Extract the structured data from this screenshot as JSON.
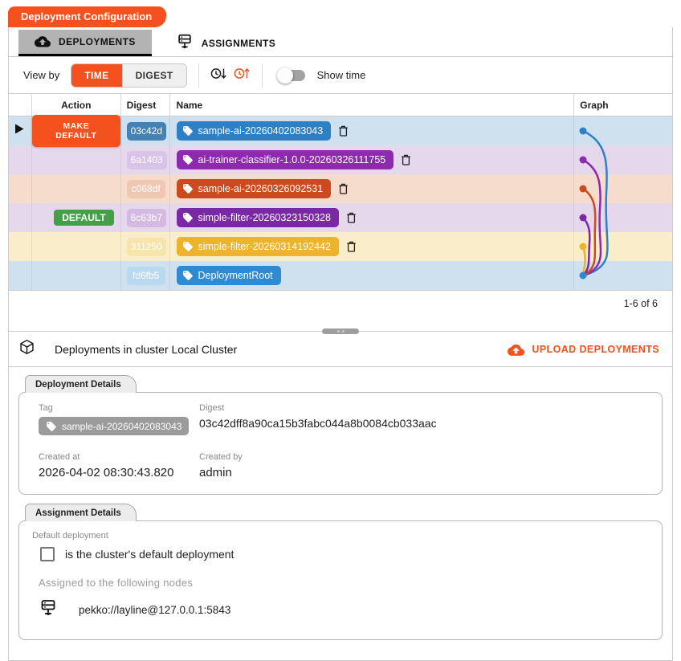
{
  "badge": {
    "label": "Deployment Configuration"
  },
  "tabs": {
    "deployments": {
      "label": "DEPLOYMENTS",
      "icon": "cloud-upload-icon",
      "active": true
    },
    "assignments": {
      "label": "ASSIGNMENTS",
      "icon": "server-hub-icon",
      "active": false
    }
  },
  "toolbar": {
    "view_by_label": "View by",
    "time_button": "TIME",
    "digest_button": "DIGEST",
    "sort_icons": [
      "clock-sort-desc-icon",
      "clock-sort-asc-icon"
    ],
    "show_time_label": "Show time",
    "show_time_on": false
  },
  "table": {
    "columns": {
      "action": "Action",
      "digest": "Digest",
      "name": "Name",
      "graph": "Graph"
    },
    "rows": [
      {
        "selected": true,
        "action": "MAKE DEFAULT",
        "action_type": "button",
        "digest": "03c42d",
        "name": "sample-ai-20260402083043",
        "has_delete": true,
        "row_bg": "#cfe1ef",
        "digest_color": "#4681b4",
        "name_color": "#2d80c6"
      },
      {
        "selected": false,
        "action": "",
        "action_type": "none",
        "digest": "6a1403",
        "name": "ai-trainer-classifier-1.0.0-20260326111755",
        "has_delete": true,
        "row_bg": "#e5d8ed",
        "digest_color": "#d9c3e8",
        "name_color": "#8e2aae"
      },
      {
        "selected": false,
        "action": "",
        "action_type": "none",
        "digest": "c068df",
        "name": "sample-ai-20260326092531",
        "has_delete": true,
        "row_bg": "#f5dccc",
        "digest_color": "#f0c7b3",
        "name_color": "#cc4a1e"
      },
      {
        "selected": false,
        "action": "DEFAULT",
        "action_type": "badge",
        "digest": "6c63b7",
        "name": "simple-filter-20260323150328",
        "has_delete": true,
        "row_bg": "#e5d8ed",
        "digest_color": "#d4bae3",
        "name_color": "#7b28a4"
      },
      {
        "selected": false,
        "action": "",
        "action_type": "none",
        "digest": "311250",
        "name": "simple-filter-20260314192442",
        "has_delete": true,
        "row_bg": "#faeeca",
        "digest_color": "#f6e5ab",
        "name_color": "#edb32a"
      },
      {
        "selected": false,
        "action": "",
        "action_type": "none",
        "digest": "fd6fb5",
        "name": "DeploymentRoot",
        "has_delete": false,
        "row_bg": "#cfe1ef",
        "digest_color": "#b9d9f0",
        "name_color": "#2e8ad2"
      }
    ],
    "pagination": "1-6 of 6"
  },
  "graph": {
    "description": "git-style deployment graph, one node per row converging to DeploymentRoot",
    "node_colors": [
      "#2d80c6",
      "#8e2aae",
      "#cc4a1e",
      "#7b28a4",
      "#edb32a",
      "#2e8ad2"
    ]
  },
  "cluster_bar": {
    "title": "Deployments in cluster Local Cluster",
    "upload_button": "UPLOAD DEPLOYMENTS"
  },
  "deployment_details": {
    "panel_title": "Deployment Details",
    "tag_label": "Tag",
    "tag_value": "sample-ai-20260402083043",
    "digest_label": "Digest",
    "digest_value": "03c42dff8a90ca15b3fabc044a8b0084cb033aac",
    "created_at_label": "Created at",
    "created_at_value": "2026-04-02 08:30:43.820",
    "created_by_label": "Created by",
    "created_by_value": "admin"
  },
  "assignment_details": {
    "panel_title": "Assignment Details",
    "default_deployment_label": "Default deployment",
    "checkbox_label": "is the cluster's default deployment",
    "checkbox_checked": false,
    "nodes_label": "Assigned to the following nodes",
    "node_value": "pekko://layline@127.0.0.1:5843"
  },
  "colors": {
    "accent": "#f4511e",
    "active_tab_bg": "#b3b3b3",
    "default_badge_green": "#43a047",
    "tag_chip_gray": "#9b9b9b",
    "border": "#cccccc"
  }
}
